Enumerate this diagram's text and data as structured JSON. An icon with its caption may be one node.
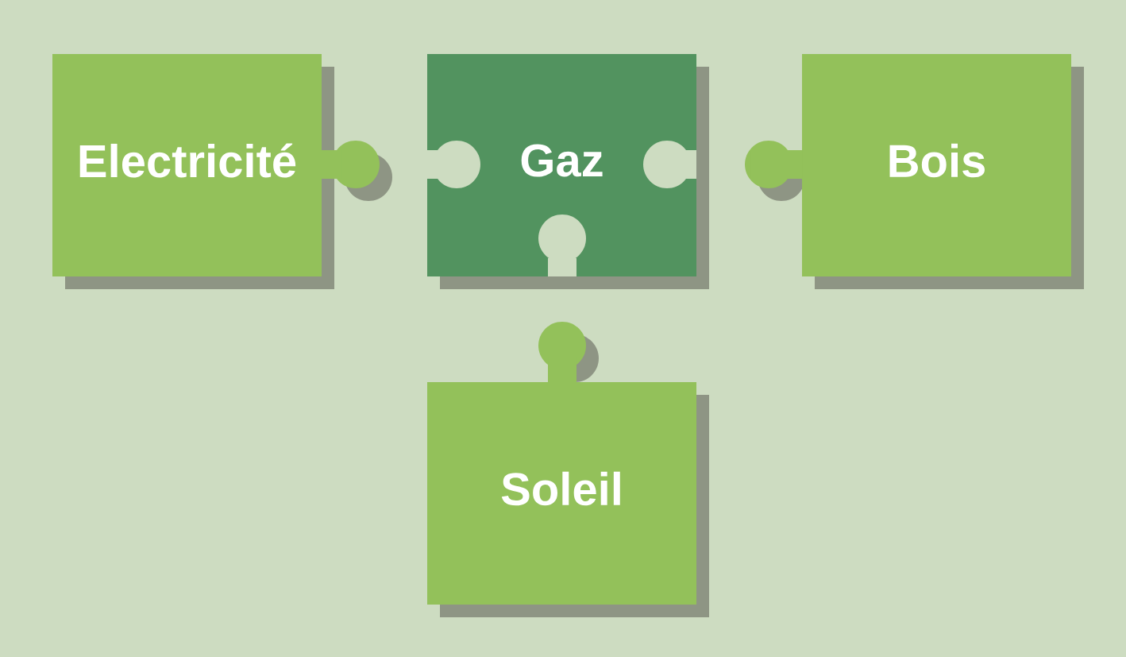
{
  "diagram": {
    "nodes": [
      {
        "text": [
          "Electricité"
        ]
      },
      {
        "text": [
          "Gaz"
        ]
      },
      {
        "text": [
          "Bois"
        ]
      },
      {
        "text": [
          "Soleil"
        ]
      }
    ]
  }
}
